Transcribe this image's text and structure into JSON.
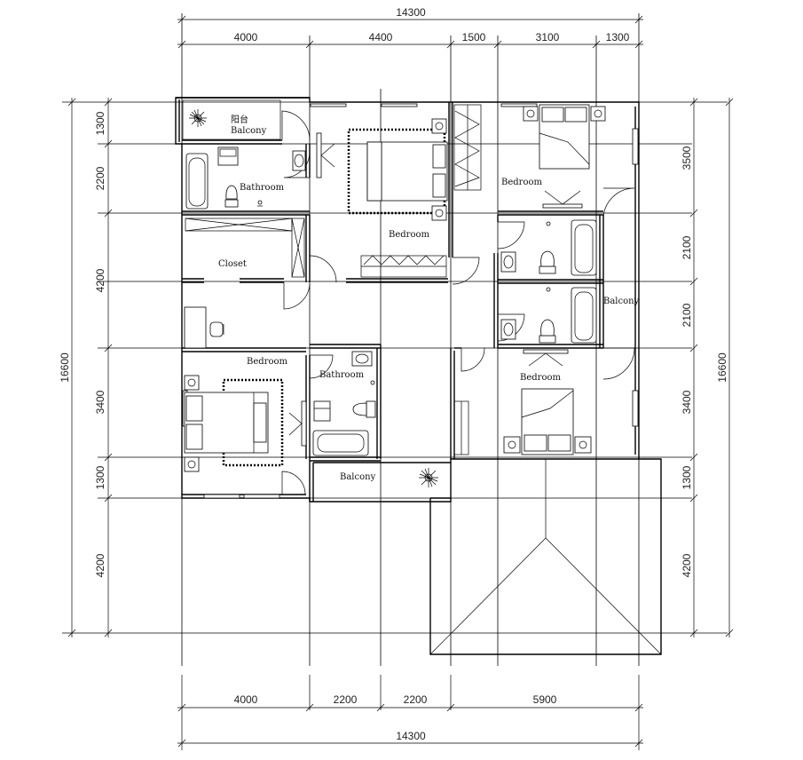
{
  "dimensions": {
    "top_total": "14300",
    "top_segments": [
      "4000",
      "4400",
      "1500",
      "3100",
      "1300"
    ],
    "bottom_segments": [
      "4000",
      "2200",
      "2200",
      "5900"
    ],
    "bottom_total": "14300",
    "left_segments": [
      "1300",
      "2200",
      "4200",
      "3400",
      "1300",
      "4200"
    ],
    "left_total": "16600",
    "right_segments": [
      "3500",
      "2100",
      "2100",
      "3400",
      "1300",
      "4200"
    ],
    "right_total": "16600"
  },
  "rooms": {
    "balcony_top_cn": "阳台",
    "balcony_top": "Balcony",
    "bathroom_top_left": "Bathroom",
    "bedroom_top_center": "Bedroom",
    "bedroom_top_right": "Bedroom",
    "closet": "Closet",
    "bedroom_bottom_left": "Bedroom",
    "bathroom_center": "Bathroom",
    "bedroom_bottom_right": "Bedroom",
    "balcony_right": "Balcony",
    "balcony_bottom": "Balcony"
  }
}
